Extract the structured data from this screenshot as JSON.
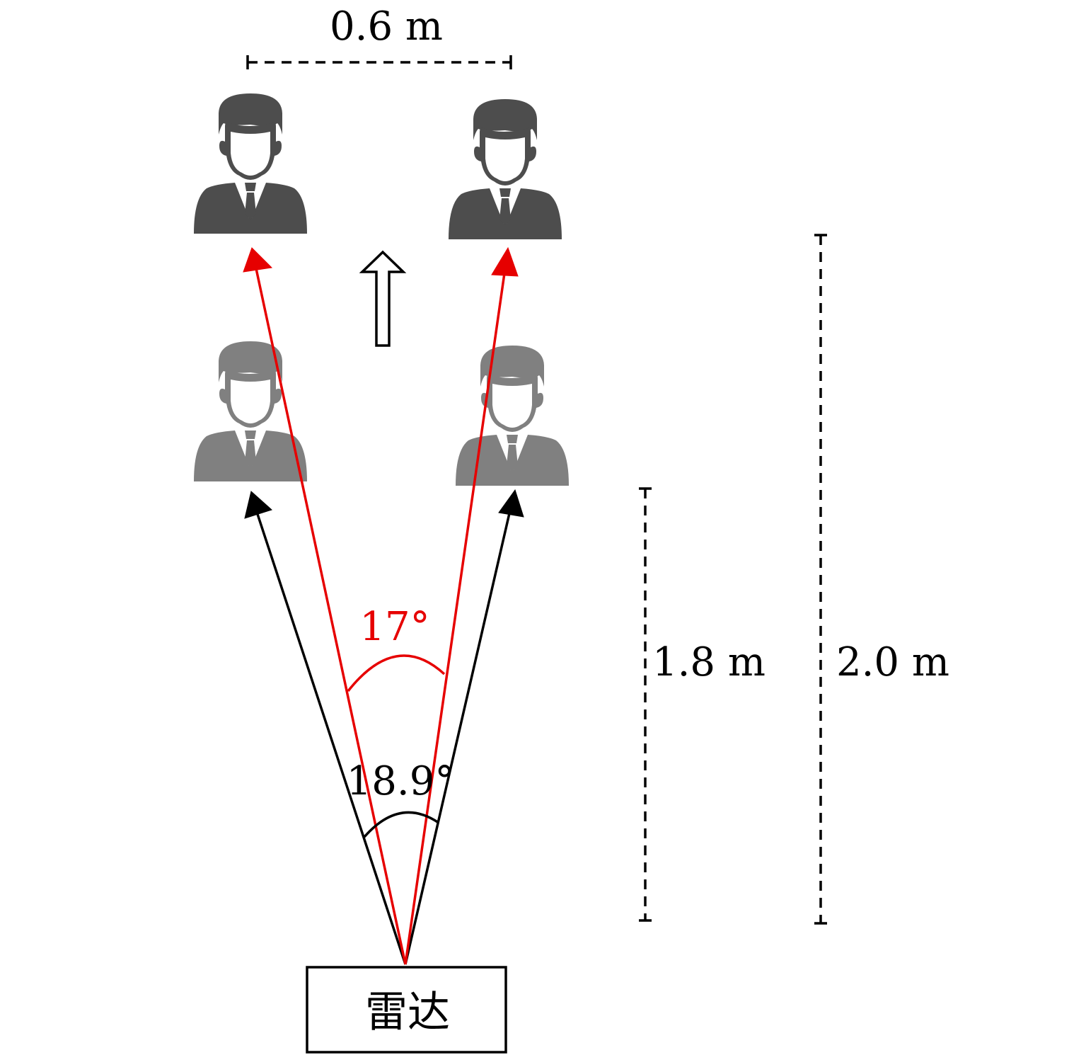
{
  "labels": {
    "width_label": "0.6 m",
    "distance_near": "1.8 m",
    "distance_far": "2.0 m",
    "angle_near": "18.9°",
    "angle_far": "17°",
    "radar_label": "雷达"
  },
  "colors": {
    "far_beam": "#e60000",
    "near_beam": "#000000",
    "person_far": "#4d4d4d",
    "person_near": "#808080"
  },
  "icons": [
    "person-icon",
    "up-arrow-icon"
  ]
}
